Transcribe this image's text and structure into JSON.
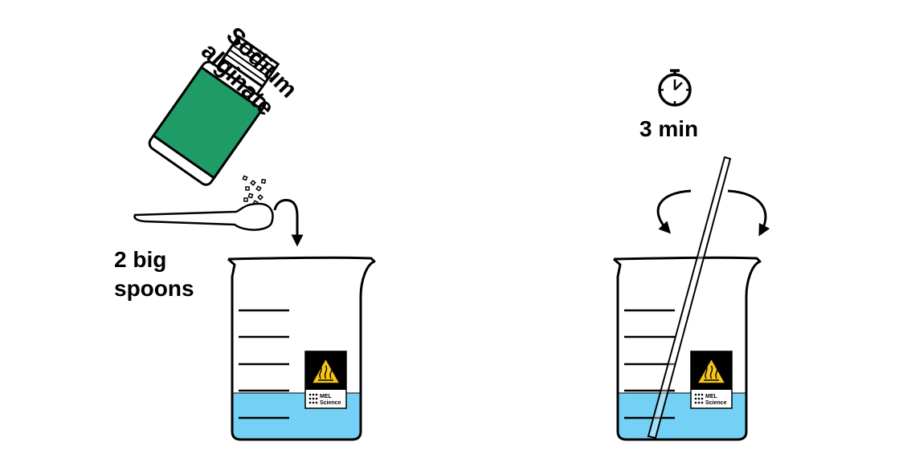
{
  "step1": {
    "jar_label": [
      "Sodium",
      "alginate"
    ],
    "amount_label": [
      "2 big",
      "spoons"
    ],
    "beaker_brand": [
      "MEL",
      "Science"
    ]
  },
  "step2": {
    "time_label": "3 min",
    "beaker_brand": [
      "MEL",
      "Science"
    ]
  },
  "colors": {
    "jar_green": "#1e9b67",
    "liquid_blue": "#74d0f5",
    "warning_yellow": "#f6c619",
    "stroke": "#000000"
  },
  "icons": [
    "stopwatch-icon",
    "hot-surface-warning-icon",
    "pour-arrow-icon",
    "stir-arrows-icon"
  ]
}
